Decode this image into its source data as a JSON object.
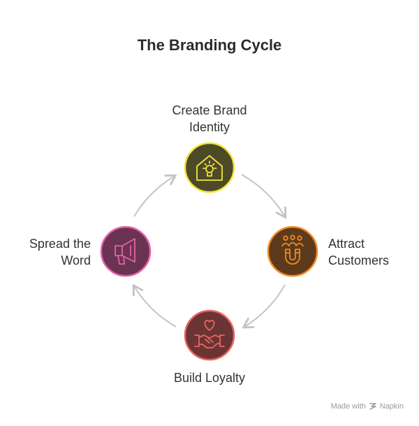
{
  "title": "The Branding Cycle",
  "steps": [
    {
      "lines": [
        "Create Brand",
        "Identity"
      ],
      "icon": "house-lightbulb-icon",
      "fill": "#4d4a27",
      "stroke": "#f4e53b",
      "iconColor": "#f4e53b"
    },
    {
      "lines": [
        "Attract",
        "Customers"
      ],
      "icon": "magnet-people-icon",
      "fill": "#5c3a1b",
      "stroke": "#f28a22",
      "iconColor": "#f28a22"
    },
    {
      "lines": [
        "Build Loyalty"
      ],
      "icon": "handshake-heart-icon",
      "fill": "#6a3434",
      "stroke": "#ec6361",
      "iconColor": "#ec6361"
    },
    {
      "lines": [
        "Spread the",
        "Word"
      ],
      "icon": "megaphone-icon",
      "fill": "#6a3352",
      "stroke": "#e560aa",
      "iconColor": "#e560aa"
    }
  ],
  "footer": {
    "made_with": "Made with",
    "brand": "Napkin"
  },
  "colors": {
    "arrow": "#c4c4c4",
    "title": "#2b2b2b",
    "text": "#333333"
  }
}
